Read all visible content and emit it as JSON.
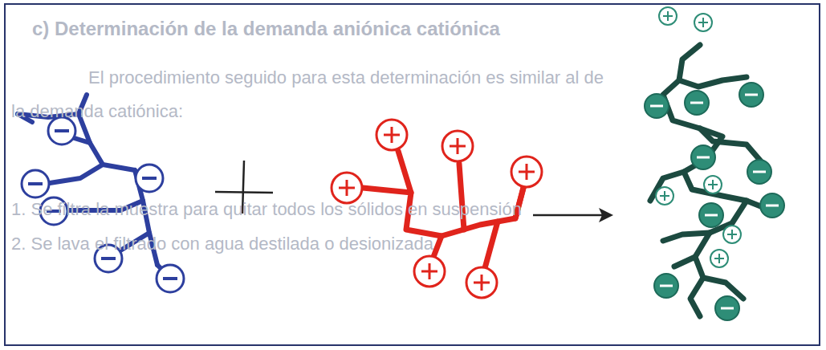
{
  "diagram": {
    "title": "c) Determinación de la demanda aniónica catiónica",
    "labels": [
      "El procedimiento seguido para esta determinación es similar al de",
      "la demanda catiónica:",
      "1. Se filtra la muestra para quitar todos los sólidos en suspensión",
      "2. Se lava el filtrado con agua destilada o desionizada"
    ]
  }
}
